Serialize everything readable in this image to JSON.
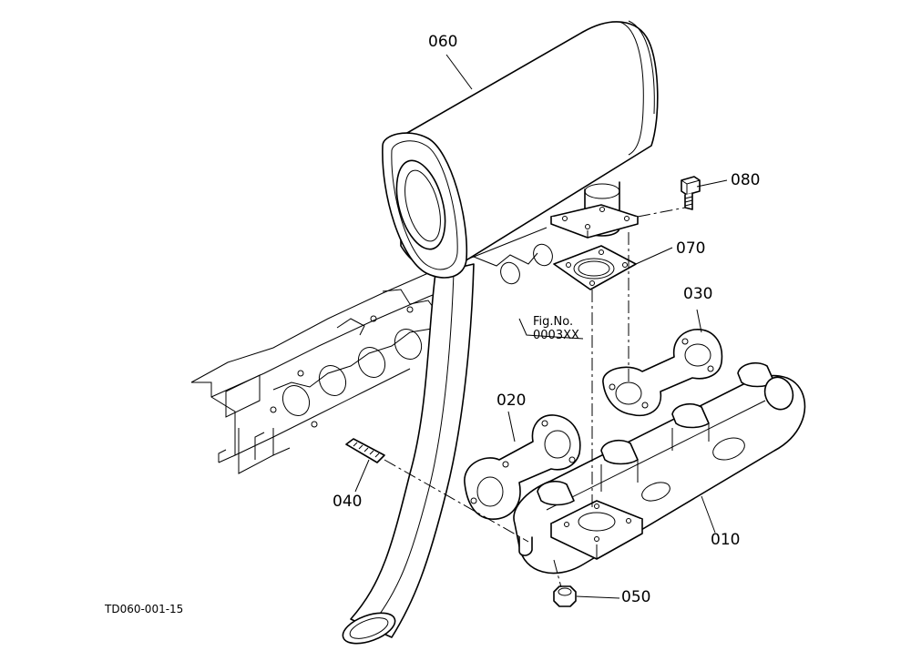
{
  "callouts": {
    "p060": "060",
    "p080": "080",
    "p070": "070",
    "p030": "030",
    "p020": "020",
    "p040": "040",
    "p010": "010",
    "p050": "050"
  },
  "reference": {
    "line1": "Fig.No.",
    "line2": "0003XX"
  },
  "drawing_code": "TD060-001-15",
  "colors": {
    "line": "#000000",
    "background": "#ffffff"
  }
}
